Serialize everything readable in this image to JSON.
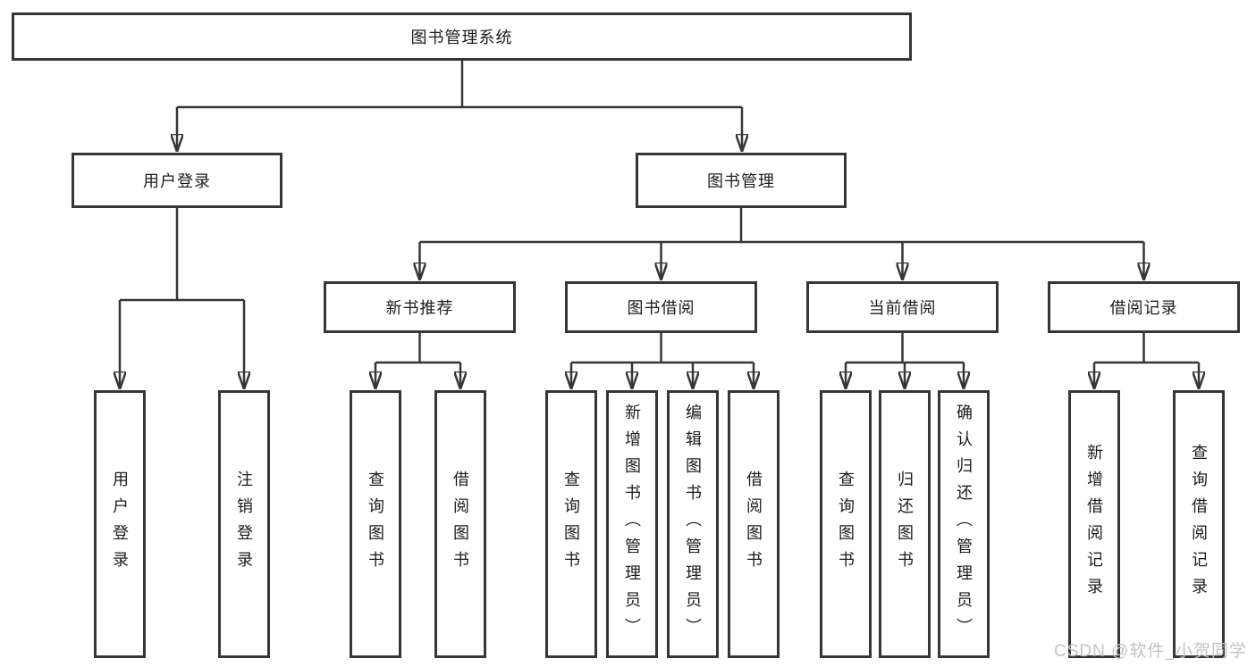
{
  "tree": {
    "root": "图书管理系统",
    "branches": [
      {
        "label": "用户登录",
        "children": [
          "用户登录",
          "注销登录"
        ]
      },
      {
        "label": "图书管理",
        "groups": [
          {
            "label": "新书推荐",
            "children": [
              "查询图书",
              "借阅图书"
            ]
          },
          {
            "label": "图书借阅",
            "children": [
              "查询图书",
              "新增图书（管理员）",
              "编辑图书（管理员）",
              "借阅图书"
            ]
          },
          {
            "label": "当前借阅",
            "children": [
              "查询图书",
              "归还图书",
              "确认归还（管理员）"
            ]
          },
          {
            "label": "借阅记录",
            "children": [
              "新增借阅记录",
              "查询借阅记录"
            ]
          }
        ]
      }
    ]
  },
  "colors": {
    "line": "#363636",
    "text": "#1c1c1c",
    "watermark": "#c3c3c3"
  },
  "watermark": "CSDN @软件_小贺同学"
}
